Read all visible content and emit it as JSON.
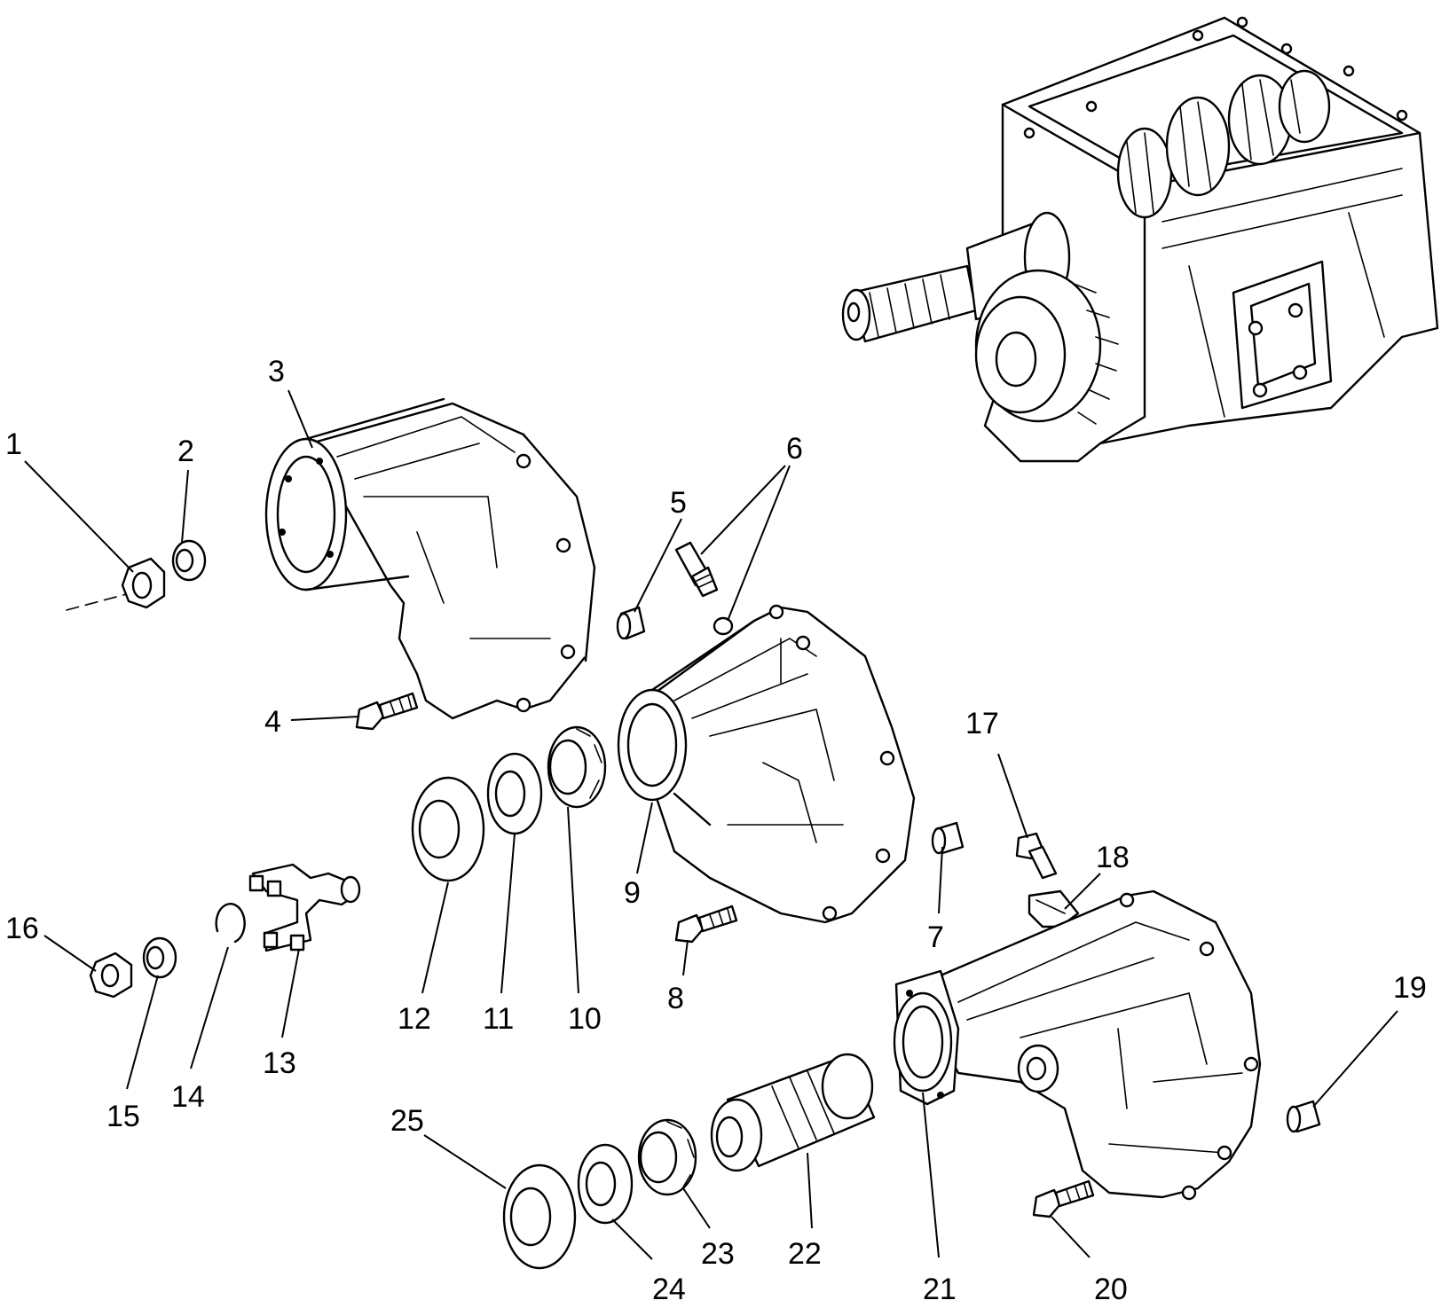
{
  "figure": {
    "labels": [
      "1",
      "2",
      "3",
      "4",
      "5",
      "6",
      "7",
      "8",
      "9",
      "10",
      "11",
      "12",
      "13",
      "14",
      "15",
      "16",
      "17",
      "18",
      "19",
      "20",
      "21",
      "22",
      "23",
      "24",
      "25"
    ]
  },
  "icons": {
    "transmission": "transmission-assembly-icon",
    "case": "transfer-case-housing-icon",
    "nut": "hex-nut-icon",
    "washer": "washer-icon",
    "bolt": "bolt-icon",
    "seal": "oil-seal-icon",
    "bearing": "roller-bearing-icon",
    "yoke": "yoke-icon",
    "snap-ring": "snap-ring-icon",
    "dowel": "dowel-pin-icon",
    "switch": "switch-icon",
    "sleeve": "sleeve-icon"
  }
}
